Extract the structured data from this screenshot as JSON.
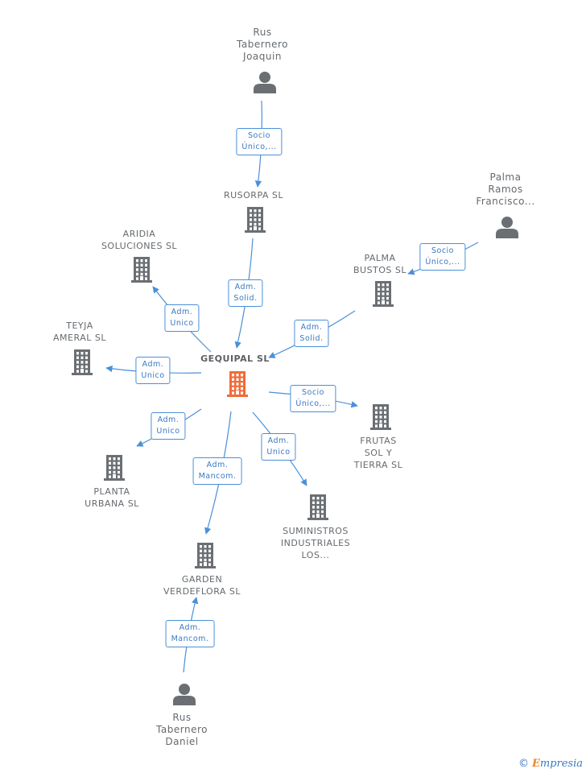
{
  "colors": {
    "node": "#6b6f73",
    "center_node": "#f26b3a",
    "edge": "#4a90d9",
    "label_text": "#666a6e"
  },
  "nodes": [
    {
      "id": "gequipal",
      "kind": "company-center",
      "label": "GEQUIPAL SL",
      "icon": "building-icon"
    },
    {
      "id": "rus_joaquin",
      "kind": "person",
      "label": "Rus\nTabernero\nJoaquin",
      "icon": "person-icon"
    },
    {
      "id": "rusorpa",
      "kind": "company",
      "label": "RUSORPA SL",
      "icon": "building-icon"
    },
    {
      "id": "palma_ramos",
      "kind": "person",
      "label": "Palma\nRamos\nFrancisco...",
      "icon": "person-icon"
    },
    {
      "id": "palma_bustos",
      "kind": "company",
      "label": "PALMA\nBUSTOS SL",
      "icon": "building-icon"
    },
    {
      "id": "aridia",
      "kind": "company",
      "label": "ARIDIA\nSOLUCIONES SL",
      "icon": "building-icon"
    },
    {
      "id": "teyja",
      "kind": "company",
      "label": "TEYJA\nAMERAL SL",
      "icon": "building-icon"
    },
    {
      "id": "frutas",
      "kind": "company",
      "label": "FRUTAS\nSOL Y\nTIERRA SL",
      "icon": "building-icon"
    },
    {
      "id": "planta",
      "kind": "company",
      "label": "PLANTA\nURBANA SL",
      "icon": "building-icon"
    },
    {
      "id": "suministros",
      "kind": "company",
      "label": "SUMINISTROS\nINDUSTRIALES\nLOS...",
      "icon": "building-icon"
    },
    {
      "id": "garden",
      "kind": "company",
      "label": "GARDEN\nVERDEFLORA SL",
      "icon": "building-icon"
    },
    {
      "id": "rus_daniel",
      "kind": "person",
      "label": "Rus\nTabernero\nDaniel",
      "icon": "person-icon"
    }
  ],
  "edges": [
    {
      "from": "rus_joaquin",
      "to": "rusorpa",
      "label": "Socio\nÚnico,..."
    },
    {
      "from": "rusorpa",
      "to": "gequipal",
      "label": "Adm.\nSolid."
    },
    {
      "from": "palma_ramos",
      "to": "palma_bustos",
      "label": "Socio\nÚnico,..."
    },
    {
      "from": "palma_bustos",
      "to": "gequipal",
      "label": "Adm.\nSolid."
    },
    {
      "from": "gequipal",
      "to": "aridia",
      "label": "Adm.\nUnico"
    },
    {
      "from": "gequipal",
      "to": "teyja",
      "label": "Adm.\nUnico"
    },
    {
      "from": "gequipal",
      "to": "frutas",
      "label": "Socio\nÚnico,..."
    },
    {
      "from": "gequipal",
      "to": "planta",
      "label": "Adm.\nUnico"
    },
    {
      "from": "gequipal",
      "to": "suministros",
      "label": "Adm.\nUnico"
    },
    {
      "from": "gequipal",
      "to": "garden",
      "label": "Adm.\nMancom."
    },
    {
      "from": "rus_daniel",
      "to": "garden",
      "label": "Adm.\nMancom."
    }
  ],
  "footer": {
    "copyright_symbol": "©",
    "brand_initial": "E",
    "brand_rest": "mpresia"
  }
}
